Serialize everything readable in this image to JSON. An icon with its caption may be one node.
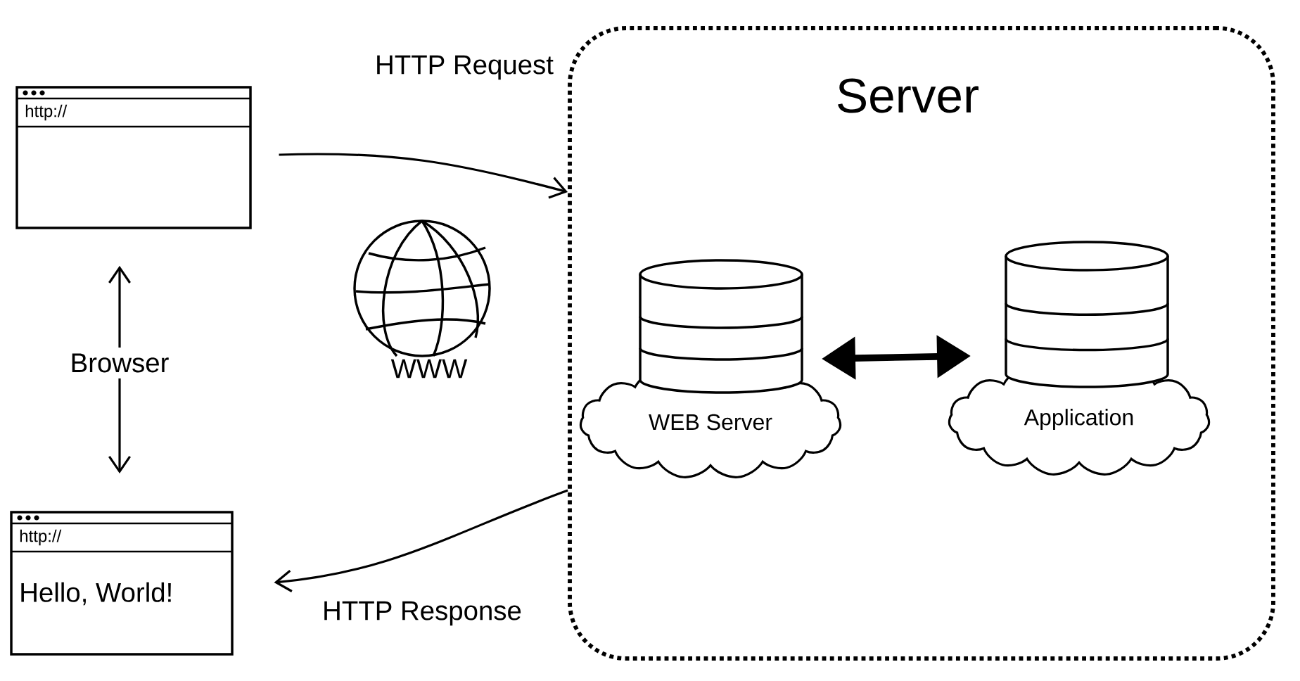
{
  "diagram": {
    "nodes": [
      {
        "text": [
          "Server"
        ]
      },
      {
        "text": [
          "http://"
        ]
      },
      {
        "text": [
          "http://",
          "Hello, World!"
        ]
      },
      {
        "text": [
          "Browser"
        ]
      },
      {
        "text": [
          "WEB Server"
        ],
        "in": 0
      },
      {
        "text": [
          "Application"
        ],
        "in": 0
      }
    ],
    "edges": [
      {
        "from": 3,
        "to": 1,
        "arrow": "to"
      },
      {
        "from": 3,
        "to": 2,
        "arrow": "to"
      },
      {
        "from": 1,
        "to": 0,
        "arrow": "to",
        "label": "HTTP Request"
      },
      {
        "from": 0,
        "to": 2,
        "arrow": "to",
        "label": "HTTP Response"
      },
      {
        "from": 4,
        "to": 5,
        "arrow": "both",
        "style": "thick"
      }
    ],
    "labels": [
      "WWW"
    ]
  }
}
